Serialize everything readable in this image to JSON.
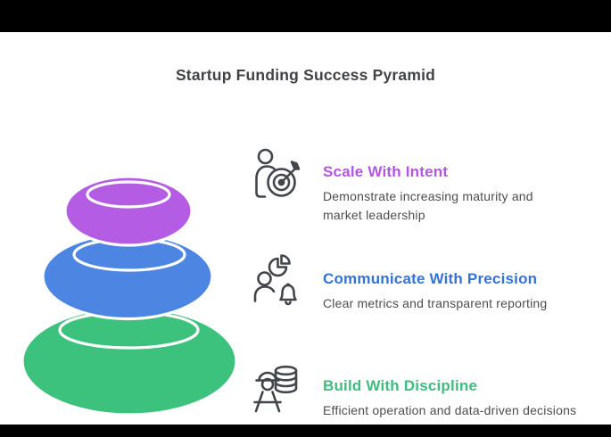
{
  "canvas": {
    "background": "#ffffff",
    "letterbox_color": "#000000"
  },
  "title": {
    "text": "Startup Funding Success Pyramid",
    "color": "#414347"
  },
  "pyramid": {
    "outline_color": "#ffffff",
    "levels": [
      {
        "position": "top",
        "color": "#b55ce4"
      },
      {
        "position": "middle",
        "color": "#4c85e2"
      },
      {
        "position": "bottom",
        "color": "#3cc27d"
      }
    ]
  },
  "icon_color": "#42464a",
  "sections": [
    {
      "icon": "person-target-icon",
      "heading": "Scale With Intent",
      "heading_color": "#b455e4",
      "description": "Demonstrate increasing maturity and market leadership"
    },
    {
      "icon": "person-chart-bell-icon",
      "heading": "Communicate With Precision",
      "heading_color": "#3373d9",
      "description": "Clear metrics and transparent reporting"
    },
    {
      "icon": "worker-database-icon",
      "heading": "Build With Discipline",
      "heading_color": "#3ebd81",
      "description": "Efficient operation and data-driven decisions"
    }
  ]
}
